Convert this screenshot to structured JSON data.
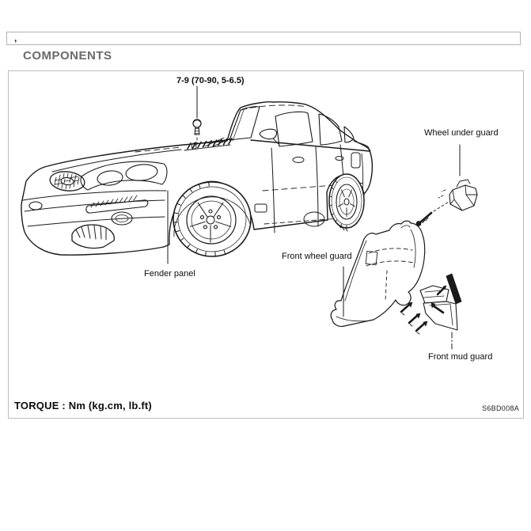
{
  "page": {
    "top_note": ",",
    "title": "COMPONENTS"
  },
  "figure": {
    "callouts": {
      "torque_spec": "7-9 (70-90, 5-6.5)",
      "wheel_under_guard": "Wheel under guard",
      "fender_panel": "Fender panel",
      "front_wheel_guard": "Front wheel guard",
      "front_mud_guard": "Front mud guard"
    },
    "torque_legend": "TORQUE : Nm (kg.cm, lb.ft)",
    "figure_code": "S6BD008A",
    "colors": {
      "ink": "#1a1a1a",
      "box_border": "#bdbdbd",
      "title_gray": "#6a6a6a"
    }
  }
}
